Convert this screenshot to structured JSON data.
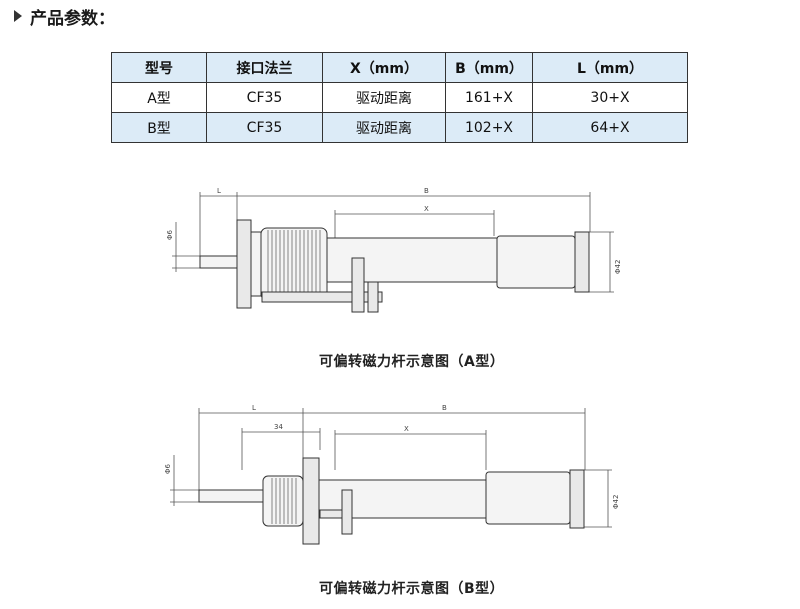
{
  "heading": "产品参数：",
  "table": {
    "headers": [
      "型号",
      "接口法兰",
      "X（mm）",
      "B（mm）",
      "L（mm）"
    ],
    "rows": [
      [
        "A型",
        "CF35",
        "驱动距离",
        "161+X",
        "30+X"
      ],
      [
        "B型",
        "CF35",
        "驱动距离",
        "102+X",
        "64+X"
      ]
    ]
  },
  "diagram_a": {
    "caption": "可偏转磁力杆示意图（A型）",
    "labels": {
      "l": "L",
      "b": "B",
      "x": "X",
      "shaft_dia": "Φ6",
      "body_dia": "Φ42"
    }
  },
  "diagram_b": {
    "caption": "可偏转磁力杆示意图（B型）",
    "labels": {
      "l": "L",
      "b": "B",
      "x": "X",
      "flange": "34",
      "shaft_dia": "Φ6",
      "body_dia": "Φ42"
    }
  },
  "colors": {
    "header_bg": "#dcebf7",
    "border": "#333333"
  }
}
